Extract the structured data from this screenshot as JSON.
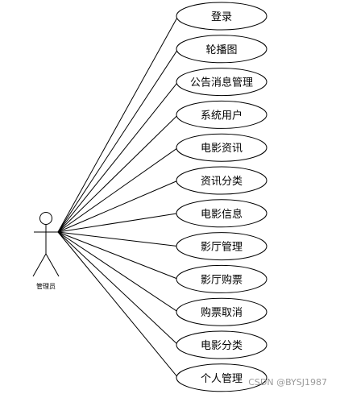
{
  "actor": {
    "label": "管理员"
  },
  "use_cases": [
    "登录",
    "轮播图",
    "公告消息管理",
    "系统用户",
    "电影资讯",
    "资讯分类",
    "电影信息",
    "影厅管理",
    "影厅购票",
    "购票取消",
    "电影分类",
    "个人管理"
  ],
  "watermark": "CSDN @BYSJ1987"
}
